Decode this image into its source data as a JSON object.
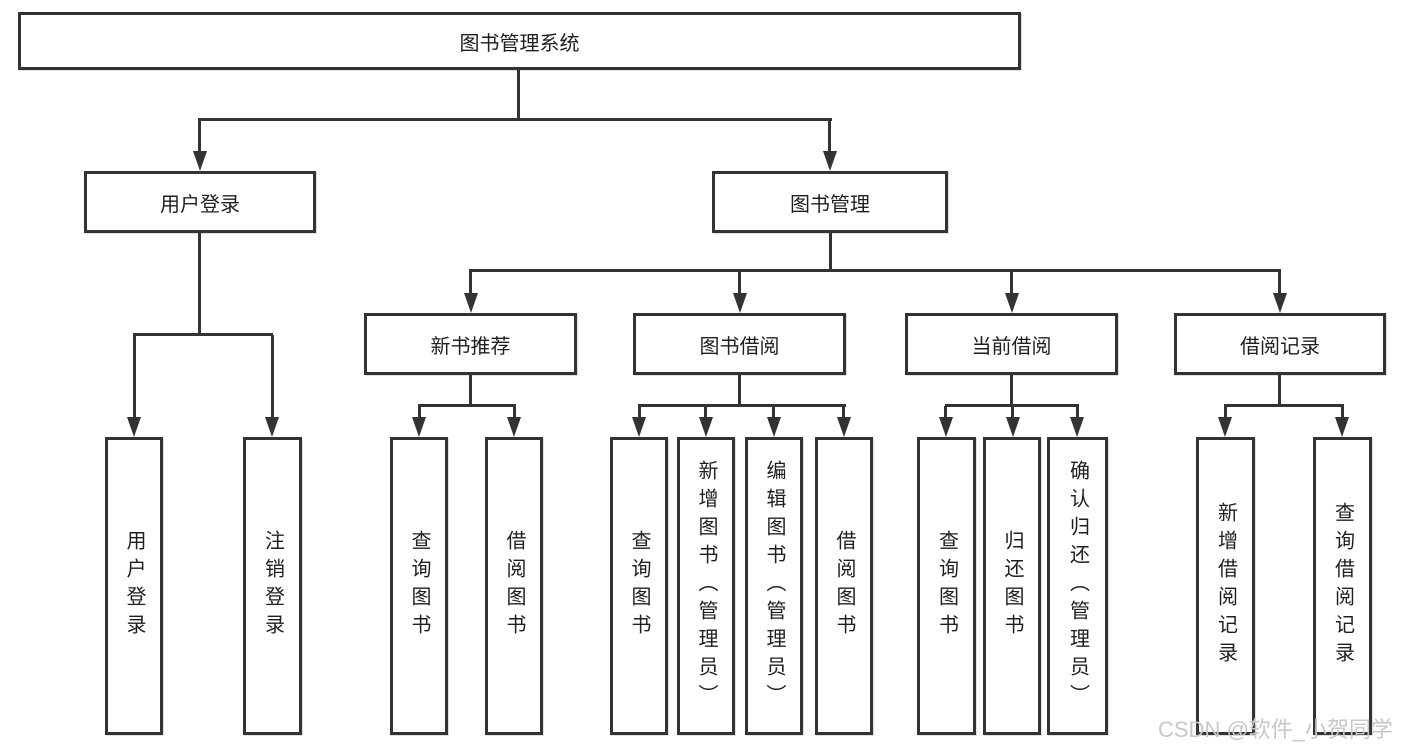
{
  "colors": {
    "line": "#333333",
    "text": "#1f1f1f",
    "watermark": "#c8c8c8",
    "background": "#ffffff"
  },
  "watermark": {
    "text": "CSDN @软件_小贺同学"
  },
  "tree": {
    "root": {
      "label": "图书管理系统",
      "children": [
        {
          "label": "用户登录",
          "children": [
            {
              "label": "用户登录"
            },
            {
              "label": "注销登录"
            }
          ]
        },
        {
          "label": "图书管理",
          "children": [
            {
              "label": "新书推荐",
              "children": [
                {
                  "label": "查询图书"
                },
                {
                  "label": "借阅图书"
                }
              ]
            },
            {
              "label": "图书借阅",
              "children": [
                {
                  "label": "查询图书"
                },
                {
                  "label": "新增图书（管理员）"
                },
                {
                  "label": "编辑图书（管理员）"
                },
                {
                  "label": "借阅图书"
                }
              ]
            },
            {
              "label": "当前借阅",
              "children": [
                {
                  "label": "查询图书"
                },
                {
                  "label": "归还图书"
                },
                {
                  "label": "确认归还（管理员）"
                }
              ]
            },
            {
              "label": "借阅记录",
              "children": [
                {
                  "label": "新增借阅记录"
                },
                {
                  "label": "查询借阅记录"
                }
              ]
            }
          ]
        }
      ]
    }
  }
}
